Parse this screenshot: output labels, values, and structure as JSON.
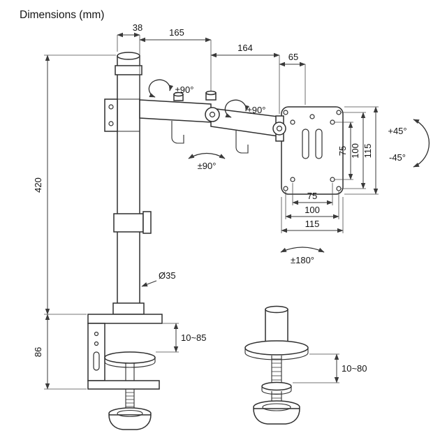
{
  "title": "Dimensions (mm)",
  "colors": {
    "line": "#2f2f2f",
    "dimension": "#3a3a3a",
    "text": "#141414",
    "background": "#ffffff"
  },
  "labels": {
    "pole_width": "38",
    "arm_segment_1": "165",
    "arm_segment_2": "164",
    "head_offset": "65",
    "rotation_upper_1": "±90°",
    "rotation_upper_2": "±90°",
    "rotation_lower": "±90°",
    "tilt_up": "+45°",
    "tilt_down": "-45°",
    "vesa_vertical_75": "75",
    "vesa_vertical_100": "100",
    "vesa_vertical_115": "115",
    "vesa_horizontal_75": "75",
    "vesa_horizontal_100": "100",
    "vesa_horizontal_115": "115",
    "swivel": "±180°",
    "pole_height": "420",
    "pole_diameter": "Ø35",
    "clamp_height": "86",
    "clamp_range": "10~85",
    "grommet_range": "10~80"
  }
}
